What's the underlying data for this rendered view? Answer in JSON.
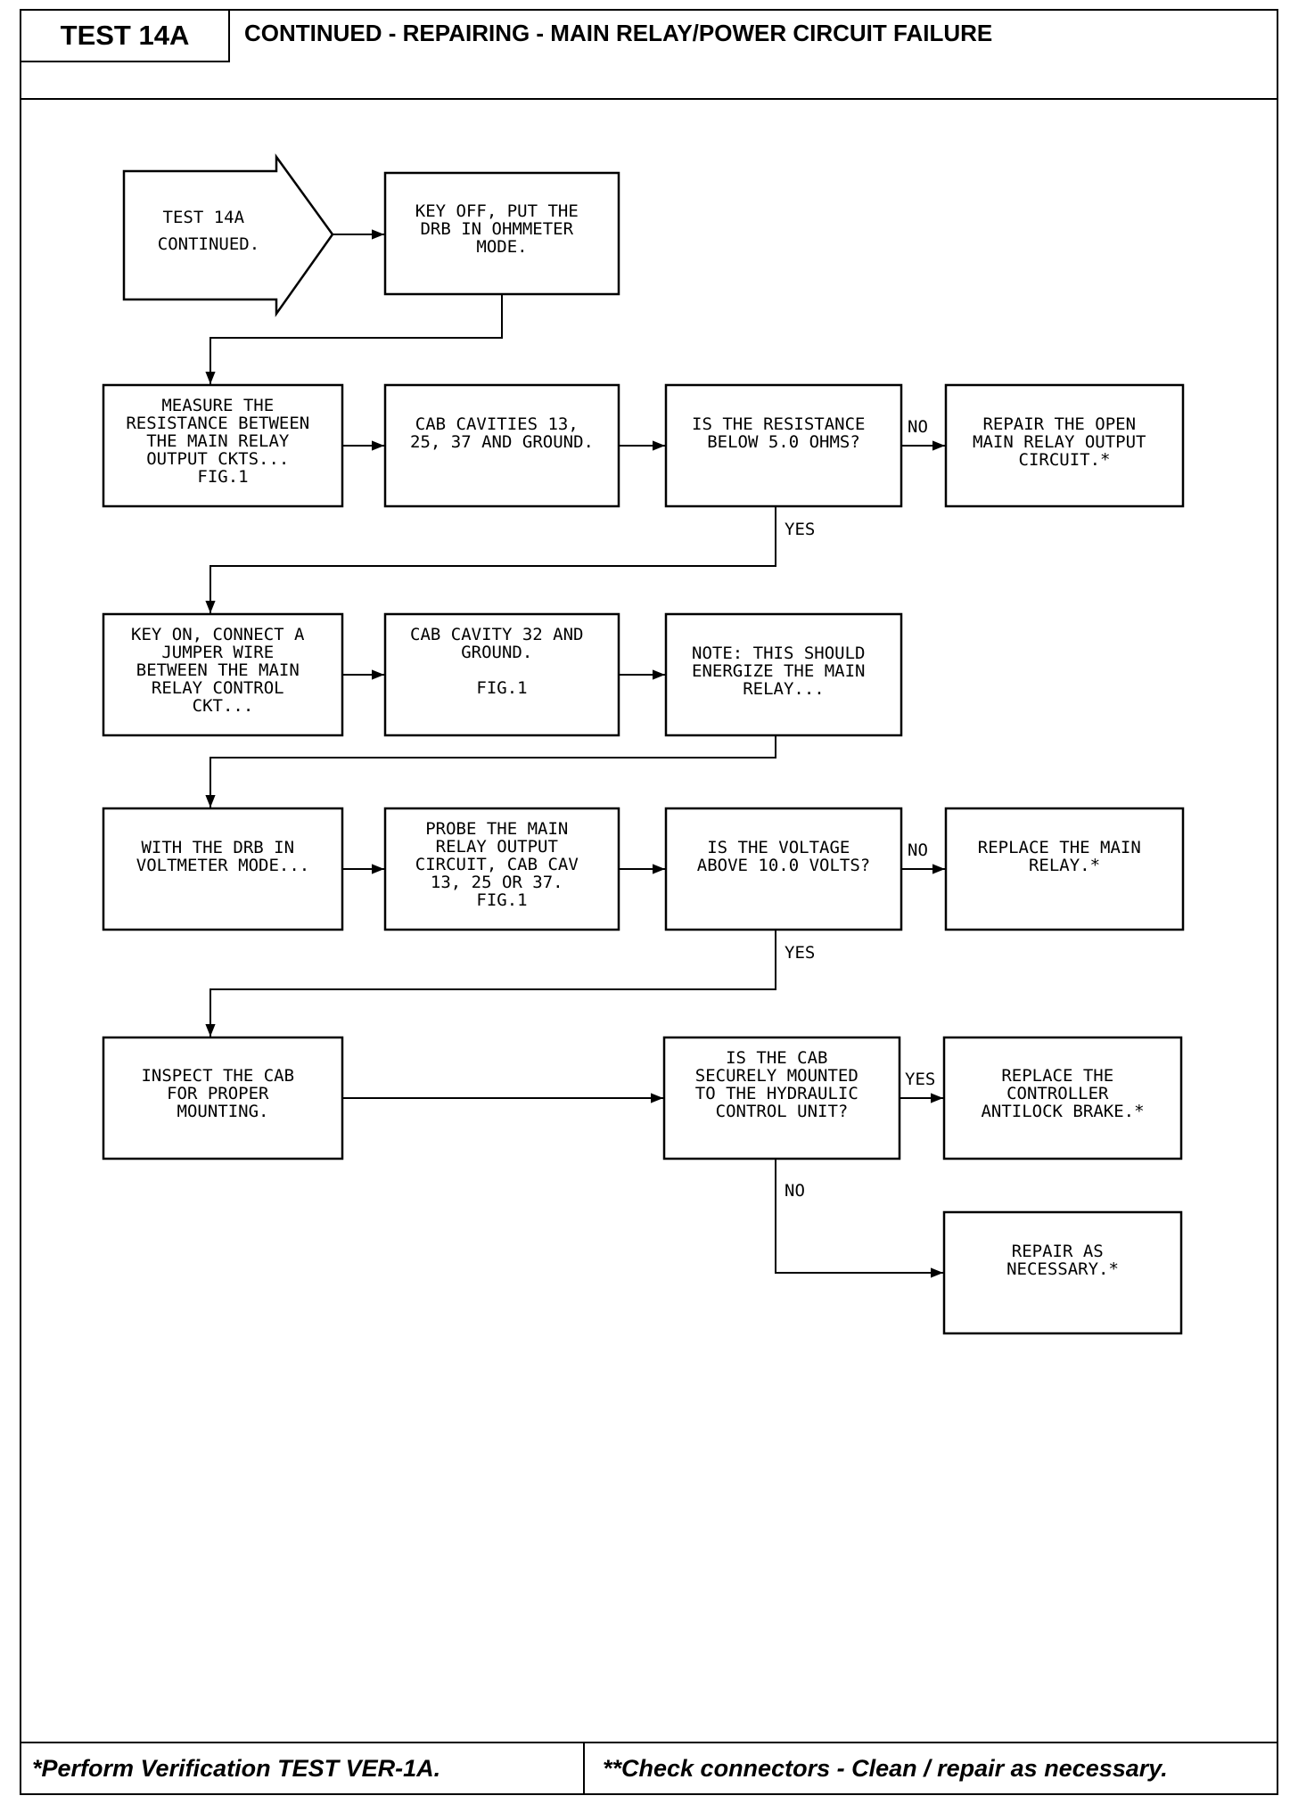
{
  "header": {
    "test_id": "TEST 14A",
    "title": "CONTINUED - REPAIRING - MAIN RELAY/POWER CIRCUIT FAILURE"
  },
  "flowchart": {
    "start": [
      "TEST 14A",
      "CONTINUED."
    ],
    "key_off": [
      "KEY OFF, PUT THE",
      "DRB IN OHMMETER",
      "MODE."
    ],
    "measure_resistance": [
      "MEASURE THE",
      "RESISTANCE BETWEEN",
      "THE MAIN RELAY",
      "OUTPUT CKTS...",
      "FIG.1"
    ],
    "cab_cavities": [
      "CAB CAVITIES 13,",
      "25, 37 AND GROUND."
    ],
    "resistance_question": [
      "IS THE RESISTANCE",
      "BELOW 5.0 OHMS?"
    ],
    "repair_open": [
      "REPAIR THE OPEN",
      "MAIN RELAY OUTPUT",
      "CIRCUIT.*"
    ],
    "key_on_jumper": [
      "KEY ON, CONNECT A",
      "JUMPER WIRE",
      "BETWEEN THE MAIN",
      "RELAY CONTROL",
      "CKT..."
    ],
    "cab_cavity_32": [
      "CAB CAVITY 32 AND",
      "GROUND.",
      "",
      "FIG.1"
    ],
    "note_energize": [
      "NOTE: THIS SHOULD",
      "ENERGIZE THE MAIN",
      "RELAY..."
    ],
    "voltmeter_mode": [
      "WITH THE DRB IN",
      "VOLTMETER MODE..."
    ],
    "probe_output": [
      "PROBE THE MAIN",
      "RELAY OUTPUT",
      "CIRCUIT, CAB CAV",
      "13, 25 OR 37.",
      "FIG.1"
    ],
    "voltage_question": [
      "IS THE VOLTAGE",
      "ABOVE 10.0 VOLTS?"
    ],
    "replace_relay": [
      "REPLACE THE MAIN",
      "RELAY.*"
    ],
    "inspect_cab": [
      "INSPECT THE CAB",
      "FOR PROPER",
      "MOUNTING."
    ],
    "mounted_question": [
      "IS THE CAB",
      "SECURELY MOUNTED",
      "TO THE HYDRAULIC",
      "CONTROL UNIT?"
    ],
    "replace_controller": [
      "REPLACE THE",
      "CONTROLLER",
      "ANTILOCK BRAKE.*"
    ],
    "repair_necessary": [
      "REPAIR AS",
      "NECESSARY.*"
    ]
  },
  "branch_labels": {
    "no_1": "NO",
    "yes_1": "YES",
    "no_2": "NO",
    "yes_2": "YES",
    "yes_3": "YES",
    "no_3": "NO"
  },
  "footer": {
    "left": "*Perform Verification TEST VER-1A.",
    "right": "**Check connectors - Clean / repair as necessary."
  }
}
